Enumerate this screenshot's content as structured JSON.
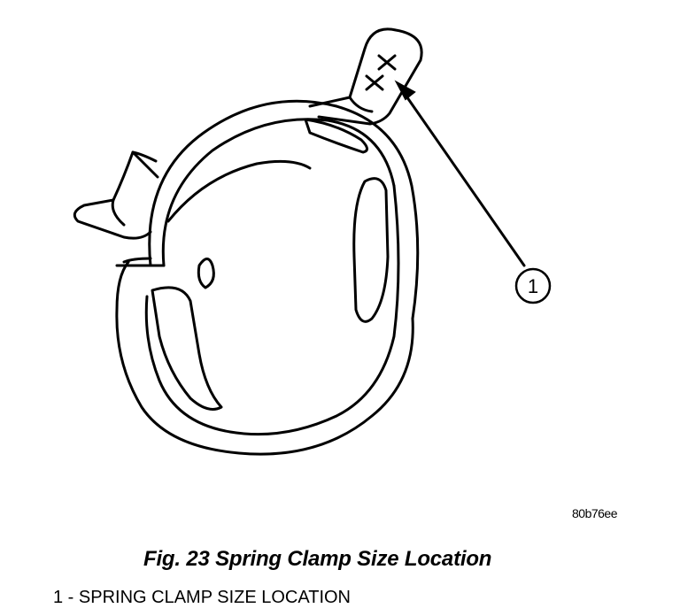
{
  "figure": {
    "callout_number": "1",
    "image_code": "80b76ee",
    "caption": "Fig. 23 Spring Clamp Size Location",
    "legend_item": "1 - SPRING CLAMP SIZE LOCATION"
  },
  "colors": {
    "line": "#000000",
    "background": "#ffffff"
  }
}
